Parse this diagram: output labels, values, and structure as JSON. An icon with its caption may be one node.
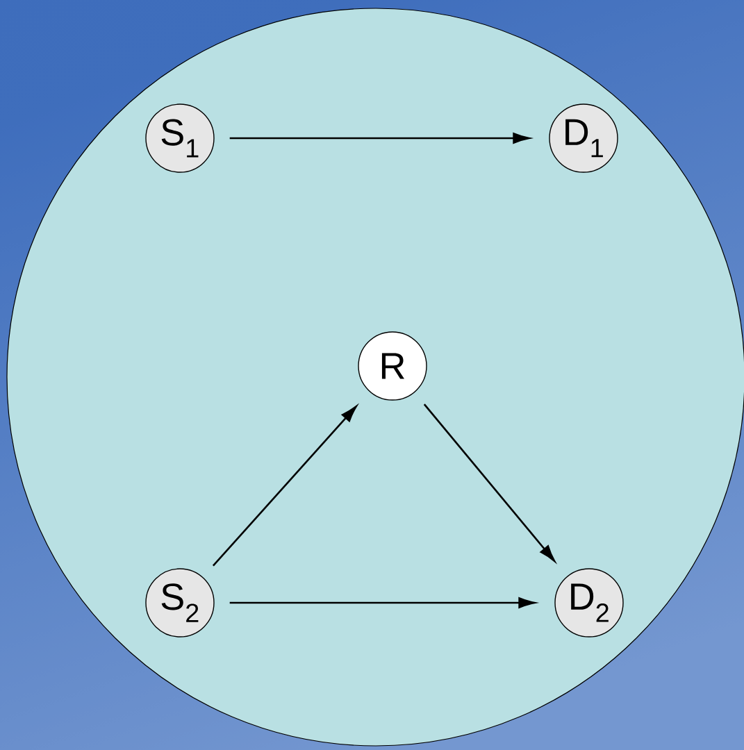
{
  "diagram": {
    "nodes": [
      {
        "text": [],
        "shape": "circle"
      },
      {
        "text": [
          "S$_{1}$"
        ],
        "in": 0
      },
      {
        "text": [
          "D$_{1}$"
        ],
        "in": 0
      },
      {
        "text": [
          "R"
        ],
        "in": 0
      },
      {
        "text": [
          "S$_{2}$"
        ],
        "in": 0
      },
      {
        "text": [
          "D$_{2}$"
        ],
        "in": 0
      }
    ],
    "edges": [
      {
        "from": 1,
        "to": 2,
        "arrow": "to"
      },
      {
        "from": 4,
        "to": 3,
        "arrow": "to"
      },
      {
        "from": 3,
        "to": 5,
        "arrow": "to"
      },
      {
        "from": 4,
        "to": 5,
        "arrow": "to"
      }
    ]
  }
}
